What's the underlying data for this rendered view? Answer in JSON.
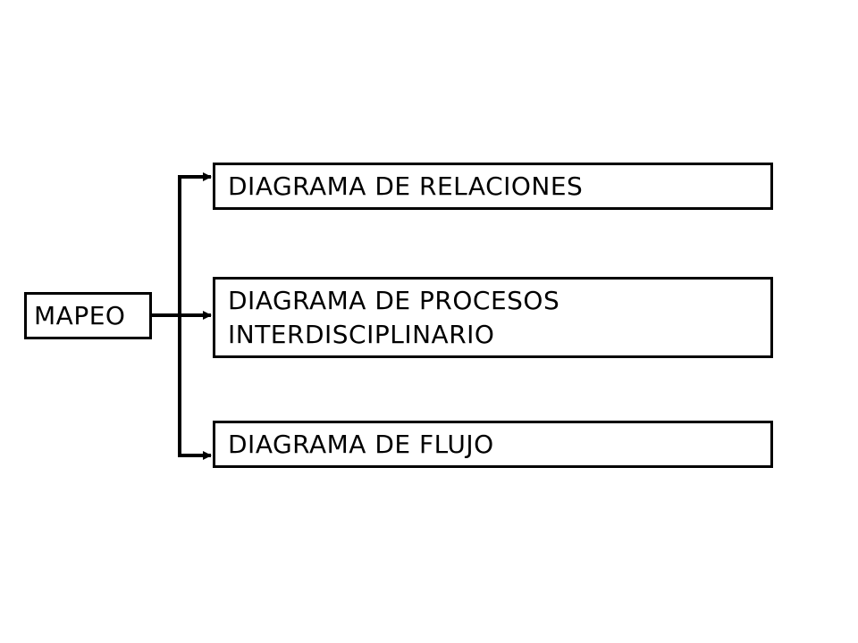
{
  "diagram": {
    "root": {
      "label": "MAPEO"
    },
    "children": [
      {
        "lines": [
          "DIAGRAMA DE RELACIONES"
        ]
      },
      {
        "lines": [
          "DIAGRAMA DE PROCESOS",
          "INTERDISCIPLINARIO"
        ]
      },
      {
        "lines": [
          "DIAGRAMA DE FLUJO"
        ]
      }
    ],
    "colors": {
      "stroke": "#000000",
      "background": "#ffffff"
    }
  }
}
